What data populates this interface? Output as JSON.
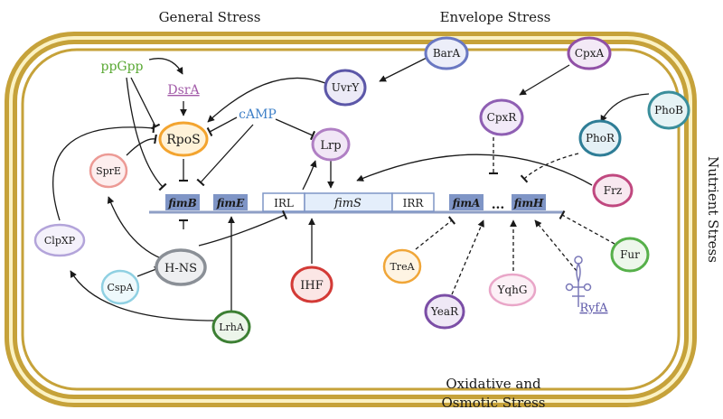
{
  "stress_labels": {
    "general": "General Stress",
    "envelope": "Envelope Stress",
    "nutrient": "Nutrient Stress",
    "oxidative_line1": "Oxidative and",
    "oxidative_line2": "Osmotic Stress"
  },
  "small_molecules": {
    "ppgpp": "ppGpp",
    "camp": "cAMP",
    "dsra": "DsrA",
    "ryfa": "RyfA"
  },
  "proteins": {
    "rpos": "RpoS",
    "lrp": "Lrp",
    "spre": "SprE",
    "clpxp": "ClpXP",
    "hns": "H-NS",
    "cspa": "CspA",
    "lrha": "LrhA",
    "ihf": "IHF",
    "uvry": "UvrY",
    "bara": "BarA",
    "cpxa": "CpxA",
    "cpxr": "CpxR",
    "phob": "PhoB",
    "phor": "PhoR",
    "frz": "Frz",
    "fur": "Fur",
    "trea": "TreA",
    "year": "YeaR",
    "yqhg": "YqhG"
  },
  "genes": {
    "fimb": "fimB",
    "fime": "fimE",
    "irl": "IRL",
    "fims": "fimS",
    "irr": "IRR",
    "fima": "fimA",
    "dots": "...",
    "fimh": "fimH"
  },
  "colors": {
    "membrane_outer": "#c6a23a",
    "membrane_inner": "#fbf2c4",
    "chromosome": "#8f9fc6",
    "gene_box": "#7f95c6",
    "fims_box": "#e4eefb",
    "camp": "#3d7fc7",
    "ppgpp": "#58a832",
    "dsra": "#a25aa8",
    "rpos": "#f3a42f",
    "lrp": "#b07fc4",
    "spre": "#ec9a95",
    "clpxp": "#b3a4da",
    "hns": "#8a8f96",
    "cspa": "#8fd0e2",
    "lrha": "#3c7f33",
    "ihf": "#d33a36",
    "uvry": "#5c57a8",
    "bara": "#6a78c2",
    "cpxa": "#9050a6",
    "cpxr": "#8f5fb3",
    "phob": "#3a8e9b",
    "phor": "#2e7d96",
    "frz": "#c0487f",
    "fur": "#56b04a",
    "trea": "#f0a638",
    "year": "#7b4ea6",
    "yqhg": "#e9a6c8"
  }
}
